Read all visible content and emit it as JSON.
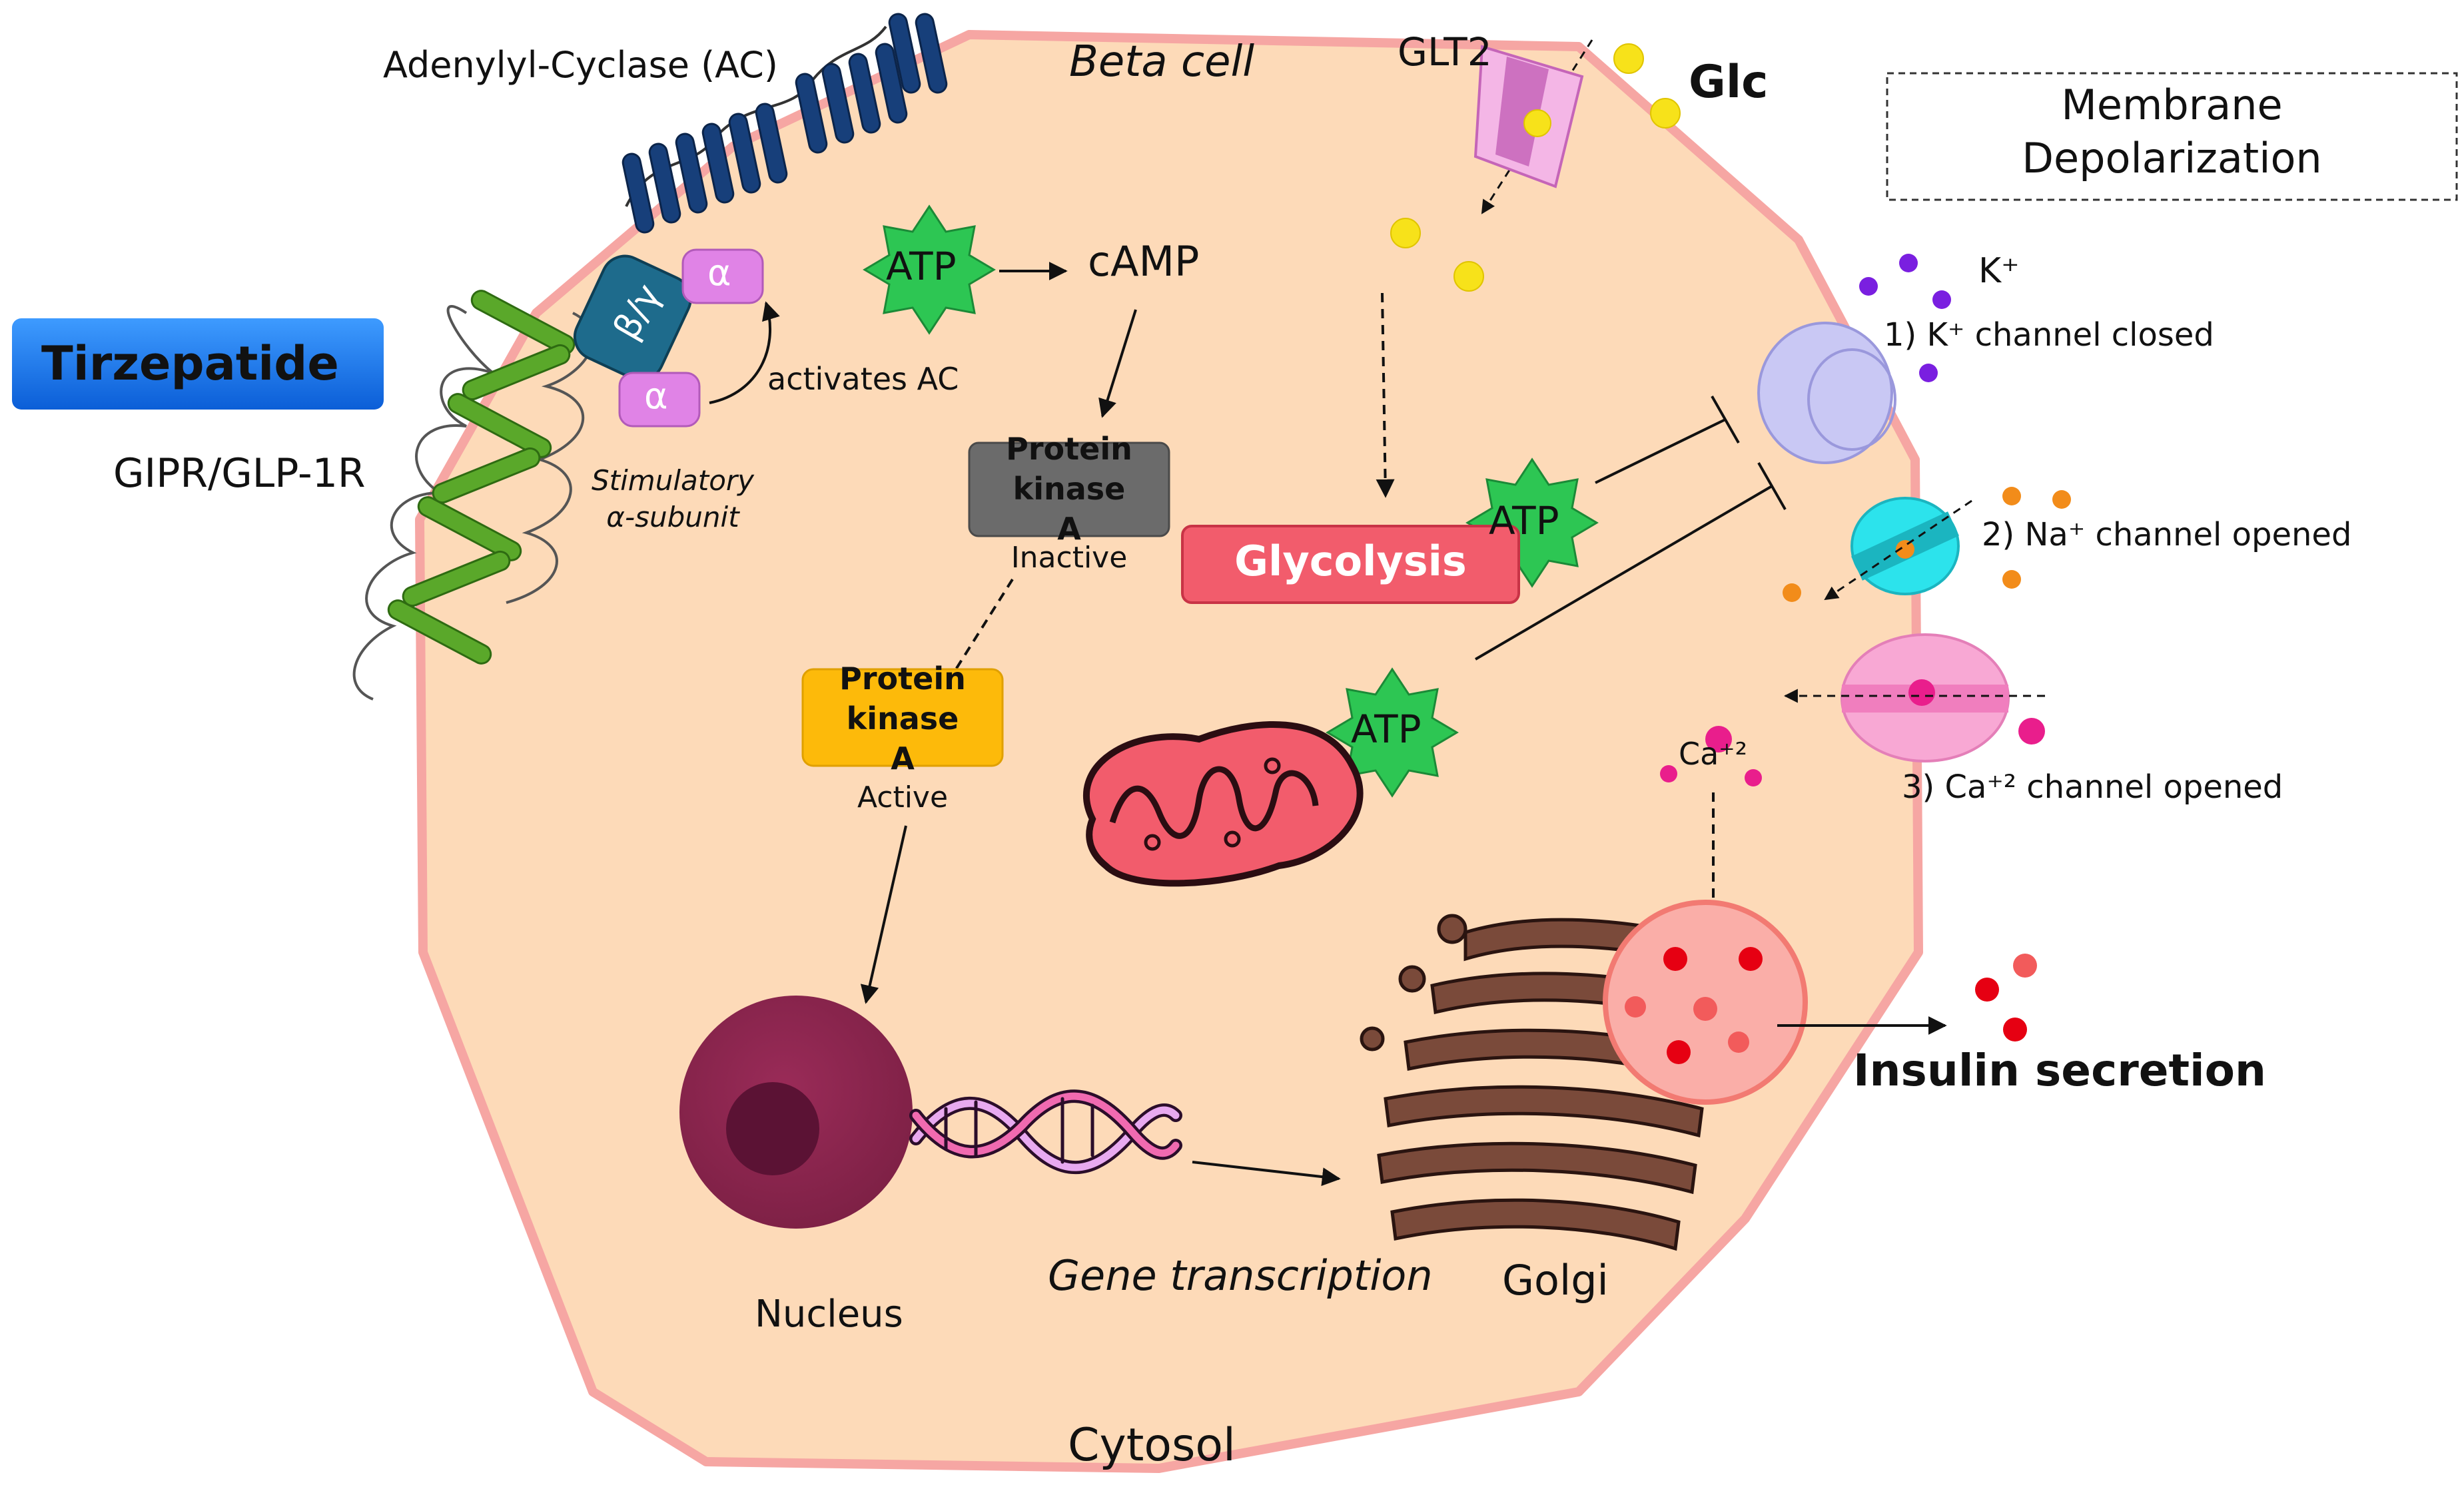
{
  "labels": {
    "beta_cell": "Beta cell",
    "cytosol": "Cytosol",
    "adenylyl_cyclase": "Adenylyl-Cyclase (AC)",
    "tirzepatide": "Tirzepatide",
    "receptor": "GIPR/GLP-1R",
    "beta_gamma": "β/γ",
    "alpha": "α",
    "activates_ac": "activates AC",
    "stimulatory_line1": "Stimulatory",
    "stimulatory_line2": "α-subunit",
    "atp": "ATP",
    "camp": "cAMP",
    "pka_title_line1": "Protein",
    "pka_title_line2": "kinase",
    "pka_title_line3": "A",
    "pka_inactive": "Inactive",
    "pka_active": "Active",
    "glt2": "GLT2",
    "glc": "Glc",
    "glycolysis": "Glycolysis",
    "membrane_line1": "Membrane",
    "membrane_line2": "Depolarization",
    "k_ion": "K⁺",
    "k_channel": "1) K⁺ channel closed",
    "na_channel": "2) Na⁺ channel opened",
    "ca_ion": "Ca⁺²",
    "ca_channel": "3) Ca⁺² channel opened",
    "nucleus": "Nucleus",
    "gene_transcription": "Gene transcription",
    "golgi": "Golgi",
    "insulin_secretion": "Insulin secretion"
  },
  "colors": {
    "cell_fill": "#FDDAB8",
    "cell_border": "#F6A6A3",
    "tirzepatide_box": "#1A73E8",
    "receptor_green": "#5AA82A",
    "ac_blue": "#173F7A",
    "beta_gamma": "#1E6B8C",
    "alpha": "#E083E6",
    "atp_star": "#2DC653",
    "pka_inactive": "#6B6B6B",
    "pka_active": "#FDBA0A",
    "glycolysis": "#F25C6C",
    "glucose": "#F7E21A",
    "k_ion": "#7A1FE0",
    "na_ion": "#F28C1A",
    "ca_ion": "#E91E8C",
    "insulin": "#E60012",
    "nucleus": "#86204A",
    "golgi": "#7A4A3A"
  }
}
